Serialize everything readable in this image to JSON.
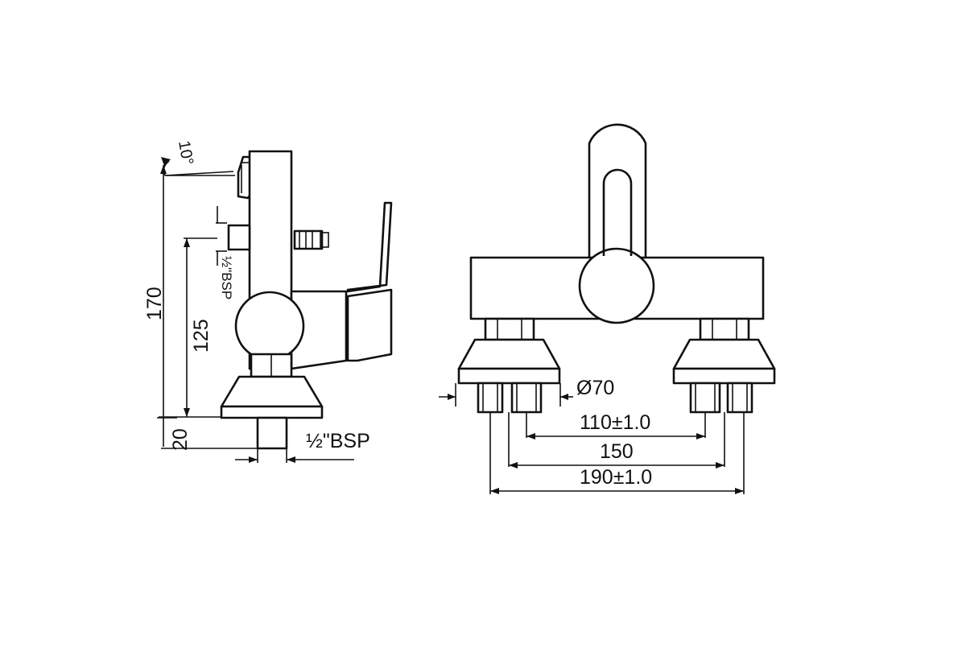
{
  "side_view": {
    "angle": "10°",
    "height_total": "170",
    "height_outlet": "125",
    "base_height": "20",
    "outlet_thread": "½\"BSP",
    "inlet_thread": "½\"BSP"
  },
  "front_view": {
    "flange_diameter": "Ø70",
    "inlet_spacing_min": "110±1.0",
    "inlet_spacing_nominal": "150",
    "inlet_spacing_max": "190±1.0"
  }
}
